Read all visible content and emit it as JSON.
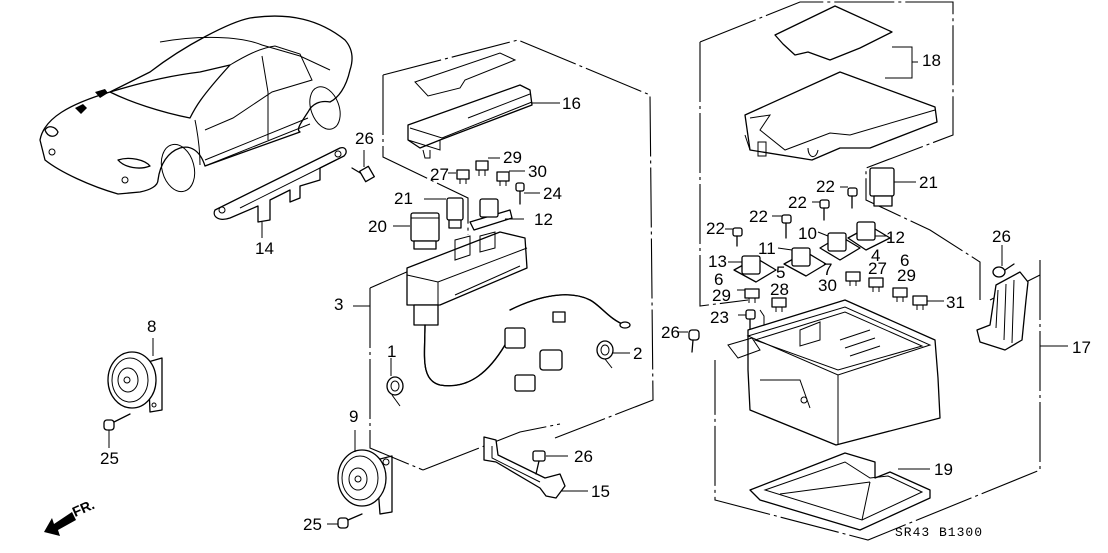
{
  "diagram": {
    "title_code": "SR43 B1300",
    "direction_indicator": "FR.",
    "part_callouts": [
      {
        "id": "c14",
        "number": "14",
        "part": "bracket"
      },
      {
        "id": "c26a",
        "number": "26",
        "part": "bolt"
      },
      {
        "id": "c8",
        "number": "8",
        "part": "horn-low"
      },
      {
        "id": "c25a",
        "number": "25",
        "part": "bolt"
      },
      {
        "id": "c9",
        "number": "9",
        "part": "horn-high"
      },
      {
        "id": "c25b",
        "number": "25",
        "part": "bolt"
      },
      {
        "id": "c16",
        "number": "16",
        "part": "fuse-box-cover"
      },
      {
        "id": "c29a",
        "number": "29",
        "part": "fuse"
      },
      {
        "id": "c27a",
        "number": "27",
        "part": "fuse"
      },
      {
        "id": "c30a",
        "number": "30",
        "part": "fuse"
      },
      {
        "id": "c24",
        "number": "24",
        "part": "screw"
      },
      {
        "id": "c21a",
        "number": "21",
        "part": "relay"
      },
      {
        "id": "c20",
        "number": "20",
        "part": "relay"
      },
      {
        "id": "c12a",
        "number": "12",
        "part": "relay"
      },
      {
        "id": "c3",
        "number": "3",
        "part": "sub-harness-fuse-box"
      },
      {
        "id": "c1",
        "number": "1",
        "part": "clamp"
      },
      {
        "id": "c2",
        "number": "2",
        "part": "clamp"
      },
      {
        "id": "c26b",
        "number": "26",
        "part": "bolt"
      },
      {
        "id": "c15",
        "number": "15",
        "part": "bracket"
      },
      {
        "id": "c18",
        "number": "18",
        "part": "main-fuse-box-cover"
      },
      {
        "id": "c21b",
        "number": "21",
        "part": "relay"
      },
      {
        "id": "c22a",
        "number": "22",
        "part": "bolt"
      },
      {
        "id": "c22b",
        "number": "22",
        "part": "bolt"
      },
      {
        "id": "c22c",
        "number": "22",
        "part": "bolt"
      },
      {
        "id": "c22d",
        "number": "22",
        "part": "bolt"
      },
      {
        "id": "c10",
        "number": "10",
        "part": "fuse-block"
      },
      {
        "id": "c12b",
        "number": "12",
        "part": "fuse-block"
      },
      {
        "id": "c11",
        "number": "11",
        "part": "fuse-block"
      },
      {
        "id": "c13",
        "number": "13",
        "part": "fuse-block"
      },
      {
        "id": "c4",
        "number": "4",
        "part": "fuse"
      },
      {
        "id": "c5",
        "number": "5",
        "part": "fuse"
      },
      {
        "id": "c6a",
        "number": "6",
        "part": "fuse"
      },
      {
        "id": "c6b",
        "number": "6",
        "part": "fuse"
      },
      {
        "id": "c7",
        "number": "7",
        "part": "fuse"
      },
      {
        "id": "c27b",
        "number": "27",
        "part": "fuse"
      },
      {
        "id": "c29b",
        "number": "29",
        "part": "fuse"
      },
      {
        "id": "c29c",
        "number": "29",
        "part": "fuse"
      },
      {
        "id": "c30b",
        "number": "30",
        "part": "fuse"
      },
      {
        "id": "c28",
        "number": "28",
        "part": "fuse"
      },
      {
        "id": "c31",
        "number": "31",
        "part": "fuse"
      },
      {
        "id": "c23",
        "number": "23",
        "part": "bolt"
      },
      {
        "id": "c26c",
        "number": "26",
        "part": "bolt"
      },
      {
        "id": "c26d",
        "number": "26",
        "part": "bolt"
      },
      {
        "id": "c17",
        "number": "17",
        "part": "main-fuse-box"
      },
      {
        "id": "c19",
        "number": "19",
        "part": "lower-cover"
      }
    ]
  }
}
